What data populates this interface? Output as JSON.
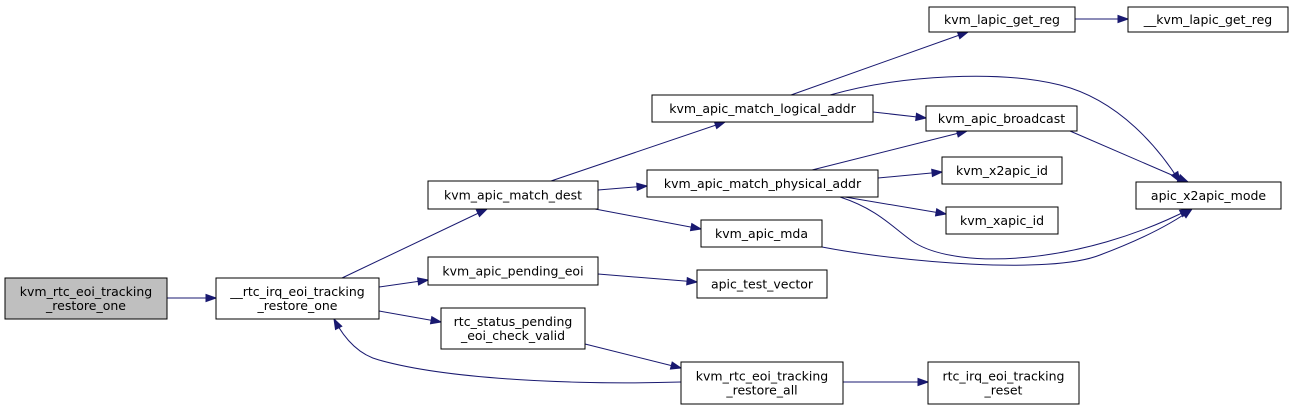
{
  "nodes": [
    {
      "id": "kvm_rtc_eoi_tracking_restore_one",
      "lines": [
        "kvm_rtc_eoi_tracking",
        "_restore_one"
      ],
      "root": true
    },
    {
      "id": "__rtc_irq_eoi_tracking_restore_one",
      "lines": [
        "__rtc_irq_eoi_tracking",
        "_restore_one"
      ]
    },
    {
      "id": "kvm_apic_match_dest",
      "lines": [
        "kvm_apic_match_dest"
      ]
    },
    {
      "id": "kvm_apic_pending_eoi",
      "lines": [
        "kvm_apic_pending_eoi"
      ]
    },
    {
      "id": "rtc_status_pending_eoi_check_valid",
      "lines": [
        "rtc_status_pending",
        "_eoi_check_valid"
      ]
    },
    {
      "id": "kvm_apic_match_logical_addr",
      "lines": [
        "kvm_apic_match_logical_addr"
      ]
    },
    {
      "id": "kvm_apic_match_physical_addr",
      "lines": [
        "kvm_apic_match_physical_addr"
      ]
    },
    {
      "id": "kvm_apic_mda",
      "lines": [
        "kvm_apic_mda"
      ]
    },
    {
      "id": "apic_test_vector",
      "lines": [
        "apic_test_vector"
      ]
    },
    {
      "id": "kvm_rtc_eoi_tracking_restore_all",
      "lines": [
        "kvm_rtc_eoi_tracking",
        "_restore_all"
      ]
    },
    {
      "id": "kvm_lapic_get_reg",
      "lines": [
        "kvm_lapic_get_reg"
      ]
    },
    {
      "id": "__kvm_lapic_get_reg",
      "lines": [
        "__kvm_lapic_get_reg"
      ]
    },
    {
      "id": "kvm_apic_broadcast",
      "lines": [
        "kvm_apic_broadcast"
      ]
    },
    {
      "id": "kvm_x2apic_id",
      "lines": [
        "kvm_x2apic_id"
      ]
    },
    {
      "id": "kvm_xapic_id",
      "lines": [
        "kvm_xapic_id"
      ]
    },
    {
      "id": "apic_x2apic_mode",
      "lines": [
        "apic_x2apic_mode"
      ]
    },
    {
      "id": "rtc_irq_eoi_tracking_reset",
      "lines": [
        "rtc_irq_eoi_tracking",
        "_reset"
      ]
    }
  ],
  "edges": [
    {
      "from": "kvm_rtc_eoi_tracking_restore_one",
      "to": "__rtc_irq_eoi_tracking_restore_one"
    },
    {
      "from": "__rtc_irq_eoi_tracking_restore_one",
      "to": "kvm_apic_match_dest"
    },
    {
      "from": "__rtc_irq_eoi_tracking_restore_one",
      "to": "kvm_apic_pending_eoi"
    },
    {
      "from": "__rtc_irq_eoi_tracking_restore_one",
      "to": "rtc_status_pending_eoi_check_valid"
    },
    {
      "from": "kvm_apic_match_dest",
      "to": "kvm_apic_match_logical_addr"
    },
    {
      "from": "kvm_apic_match_dest",
      "to": "kvm_apic_match_physical_addr"
    },
    {
      "from": "kvm_apic_match_dest",
      "to": "kvm_apic_mda"
    },
    {
      "from": "kvm_apic_match_logical_addr",
      "to": "kvm_lapic_get_reg"
    },
    {
      "from": "kvm_apic_match_logical_addr",
      "to": "kvm_apic_broadcast"
    },
    {
      "from": "kvm_apic_match_logical_addr",
      "to": "apic_x2apic_mode"
    },
    {
      "from": "kvm_lapic_get_reg",
      "to": "__kvm_lapic_get_reg"
    },
    {
      "from": "kvm_apic_broadcast",
      "to": "apic_x2apic_mode"
    },
    {
      "from": "kvm_apic_match_physical_addr",
      "to": "kvm_apic_broadcast"
    },
    {
      "from": "kvm_apic_match_physical_addr",
      "to": "kvm_x2apic_id"
    },
    {
      "from": "kvm_apic_match_physical_addr",
      "to": "kvm_xapic_id"
    },
    {
      "from": "kvm_apic_match_physical_addr",
      "to": "apic_x2apic_mode"
    },
    {
      "from": "kvm_apic_mda",
      "to": "apic_x2apic_mode"
    },
    {
      "from": "kvm_apic_pending_eoi",
      "to": "apic_test_vector"
    },
    {
      "from": "rtc_status_pending_eoi_check_valid",
      "to": "kvm_rtc_eoi_tracking_restore_all"
    },
    {
      "from": "kvm_rtc_eoi_tracking_restore_all",
      "to": "__rtc_irq_eoi_tracking_restore_one"
    },
    {
      "from": "kvm_rtc_eoi_tracking_restore_all",
      "to": "rtc_irq_eoi_tracking_reset"
    }
  ]
}
